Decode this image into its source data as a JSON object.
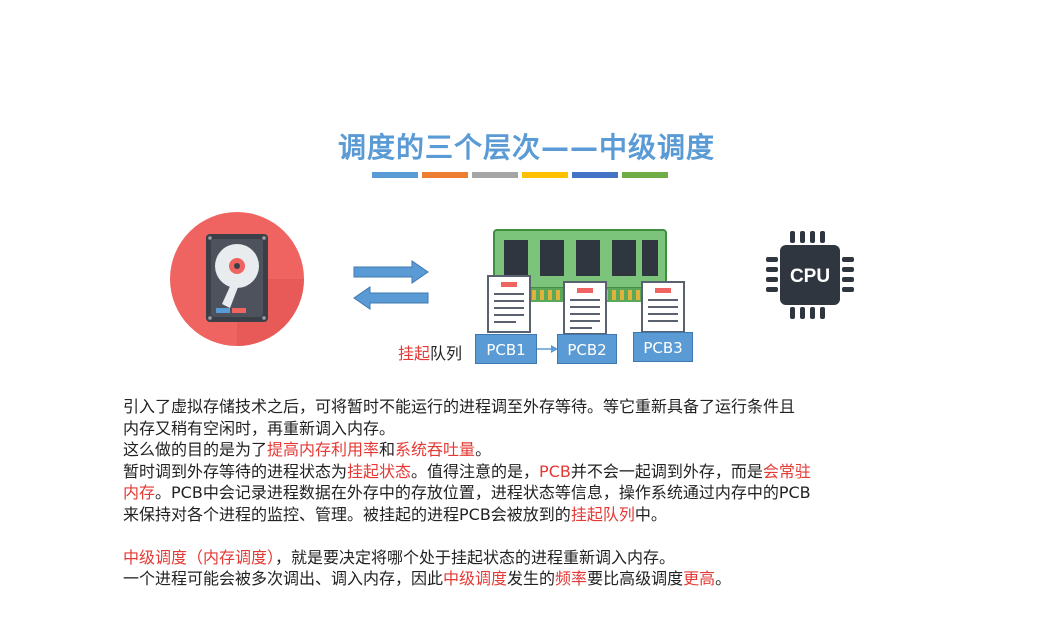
{
  "title": "调度的三个层次——中级调度",
  "colors": {
    "title": "#5b9bd5",
    "highlight": "#e53935",
    "stripes": [
      "#5b9bd5",
      "#ed7d31",
      "#a5a5a5",
      "#ffc000",
      "#4472c4",
      "#70ad47"
    ],
    "hdd_circle": "#ef6461",
    "pcb_box": "#5b9bd5"
  },
  "icons": {
    "hdd": "hard-disk-icon",
    "arrows": "swap-arrows-icon",
    "ram": "memory-module-icon",
    "cpu": "cpu-chip-icon"
  },
  "cpu_label": "CPU",
  "queue_label": {
    "highlight": "挂起",
    "rest": "队列"
  },
  "pcbs": [
    "PCB1",
    "PCB2",
    "PCB3"
  ],
  "paragraphs": {
    "p1a": "引入了虚拟存储技术之后，可将暂时不能运行的进程调至外存等待。等它重新具备了运行条件且",
    "p1b": "内存又稍有空闲时，再重新调入内存。",
    "p2": {
      "a": "这么做的目的是为了",
      "b": "提高内存利用率",
      "c": "和",
      "d": "系统吞吐量",
      "e": "。"
    },
    "p3": {
      "a": "暂时调到外存等待的进程状态为",
      "b": "挂起状态",
      "c": "。值得注意的是，",
      "d": "PCB",
      "e": "并不会一起调到外存，而是",
      "f": "会常驻",
      "g": "内存",
      "h": "。PCB中会记录进程数据在外存中的存放位置，进程状态等信息，操作系统通过内存中的PCB",
      "i": "来保持对各个进程的监控、管理。被挂起的进程PCB会被放到的",
      "j": "挂起队列",
      "k": "中。"
    },
    "p4": {
      "a": "中级调度（内存调度）",
      "b": "，就是要决定将哪个处于挂起状态的进程重新调入内存。"
    },
    "p5": {
      "a": "一个进程可能会被多次调出、调入内存，因此",
      "b": "中级调度",
      "c": "发生的",
      "d": "频率",
      "e": "要比高级调度",
      "f": "更高",
      "g": "。"
    }
  }
}
